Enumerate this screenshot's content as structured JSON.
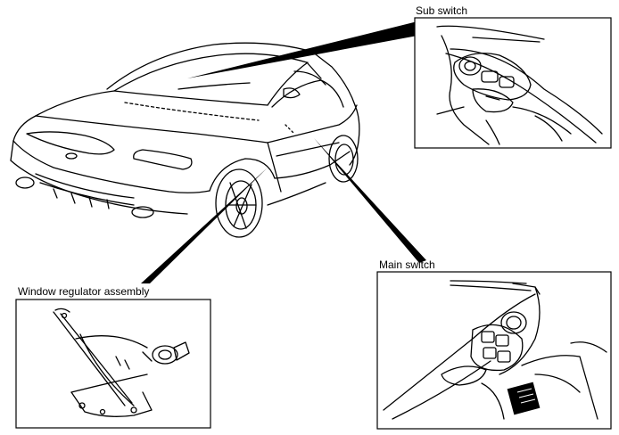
{
  "labels": {
    "sub_switch": "Sub switch",
    "main_switch": "Main switch",
    "window_regulator": "Window regulator assembly"
  },
  "colors": {
    "ink": "#000000",
    "paper": "#ffffff"
  }
}
